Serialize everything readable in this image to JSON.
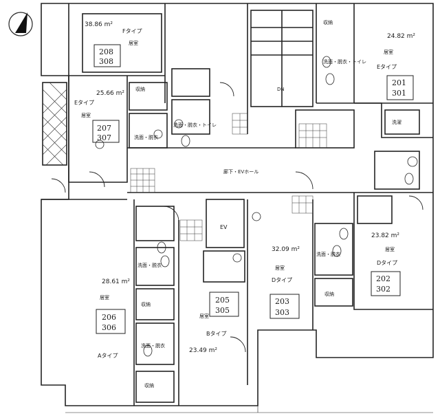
{
  "units": {
    "u208": {
      "area": "38.86 m²",
      "type": "Fタイプ",
      "room": "居室",
      "no_top": "208",
      "no_bottom": "308"
    },
    "u201": {
      "area": "24.82 m²",
      "type": "Eタイプ",
      "room": "居室",
      "no_top": "201",
      "no_bottom": "301"
    },
    "u207": {
      "area": "25.66 m²",
      "type": "Eタイプ",
      "room": "居室",
      "no_top": "207",
      "no_bottom": "307"
    },
    "u206": {
      "area": "28.61 m²",
      "type": "Aタイプ",
      "room": "居室",
      "no_top": "206",
      "no_bottom": "306"
    },
    "u205": {
      "area": "23.49 m²",
      "type": "Bタイプ",
      "room": "居室",
      "no_top": "205",
      "no_bottom": "305"
    },
    "u203": {
      "area": "32.09 m²",
      "type": "Dタイプ",
      "room": "居室",
      "no_top": "203",
      "no_bottom": "303"
    },
    "u202": {
      "area": "23.82 m²",
      "type": "Dタイプ",
      "room": "居室",
      "no_top": "202",
      "no_bottom": "302"
    }
  },
  "rooms": {
    "bath": "洗面・脱衣",
    "toilet": "洗面・脱衣・トイレ",
    "storage": "収納",
    "washer": "洗濯"
  },
  "common": {
    "hall": "廊下・EVホール",
    "ev": "EV",
    "dn": "DN"
  }
}
